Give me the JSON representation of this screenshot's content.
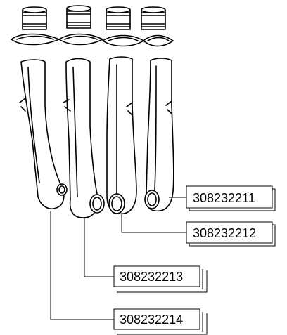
{
  "parts": [
    {
      "part_number": "308232211"
    },
    {
      "part_number": "308232212"
    },
    {
      "part_number": "308232213"
    },
    {
      "part_number": "308232214"
    }
  ]
}
